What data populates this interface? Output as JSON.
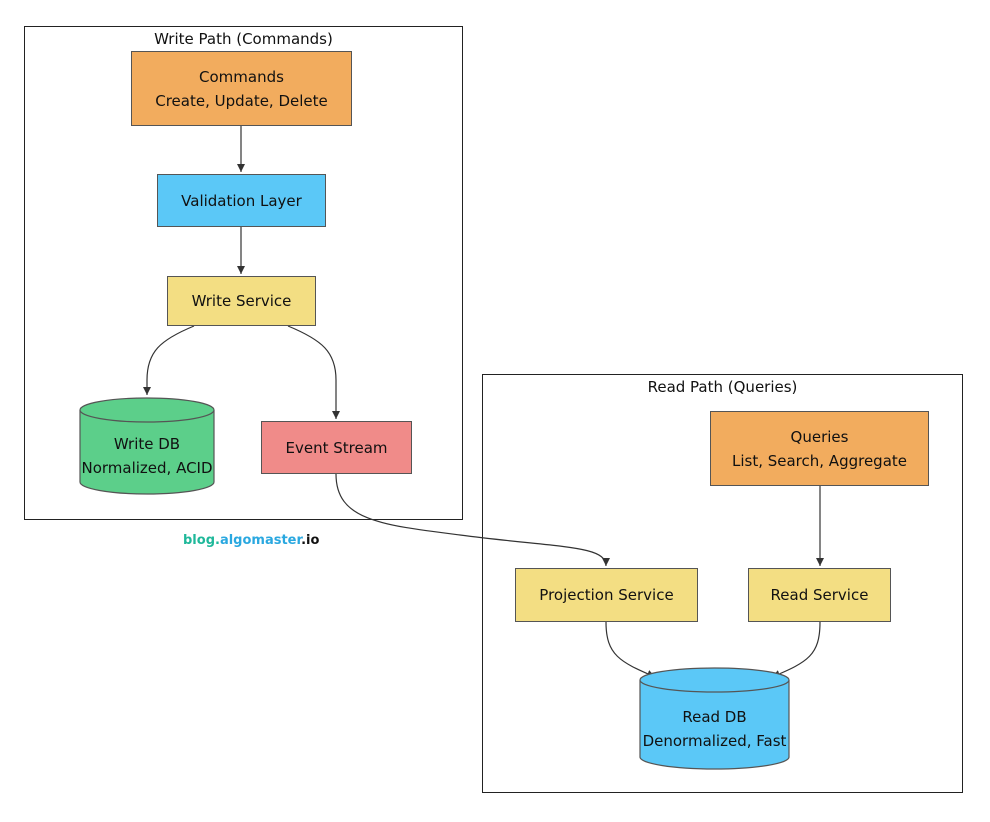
{
  "groups": {
    "write_title": "Write Path (Commands)",
    "read_title": "Read Path (Queries)"
  },
  "nodes": {
    "commands": {
      "line1": "Commands",
      "line2": "Create, Update, Delete"
    },
    "validation": {
      "line1": "Validation Layer"
    },
    "write_service": {
      "line1": "Write Service"
    },
    "write_db": {
      "line1": "Write DB",
      "line2": "Normalized, ACID"
    },
    "event_stream": {
      "line1": "Event Stream"
    },
    "queries": {
      "line1": "Queries",
      "line2": "List, Search, Aggregate"
    },
    "projection_service": {
      "line1": "Projection Service"
    },
    "read_service": {
      "line1": "Read Service"
    },
    "read_db": {
      "line1": "Read DB",
      "line2": "Denormalized, Fast"
    }
  },
  "watermark": {
    "part1": "blog.",
    "part2": "algomaster",
    "part3": ".io"
  },
  "colors": {
    "orange": "#f2ac5e",
    "blue": "#5bc8f7",
    "yellow": "#f3de83",
    "green": "#5ccf8a",
    "red": "#f08b89",
    "watermark_teal": "#1fb89a",
    "watermark_blue": "#2aa8e0"
  }
}
